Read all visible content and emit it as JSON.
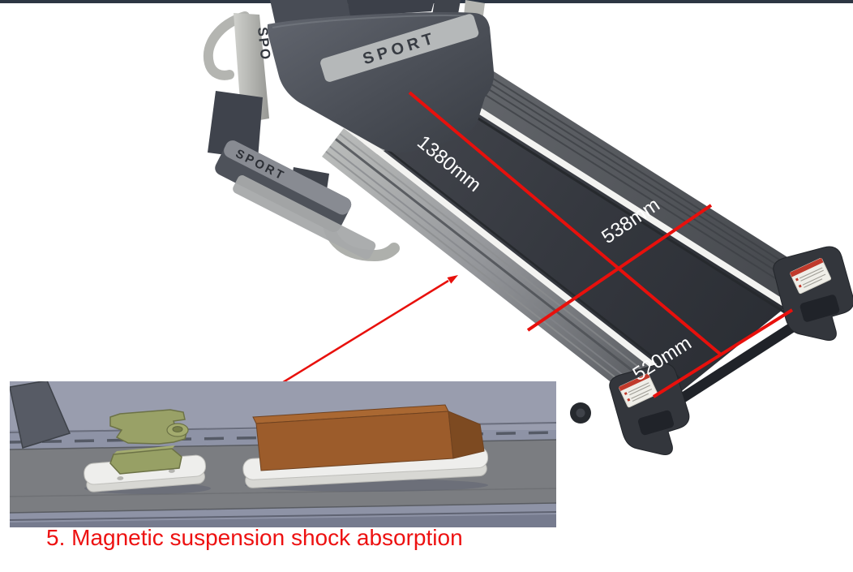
{
  "figure": {
    "background": "#ffffff",
    "top_border_color": "#2d3643"
  },
  "treadmill": {
    "hood_badge": "SPORT",
    "mast_badge": "SPO",
    "side_sill_badge": "SPORT"
  },
  "dimensions": {
    "belt_length": "1380mm",
    "belt_width_mid": "538mm",
    "belt_width_rear": "520mm",
    "line_color": "#e8100c",
    "label_color": "#ffffff"
  },
  "inset": {
    "caption": "5. Magnetic suspension shock absorption",
    "caption_color": "#ed1111",
    "background_color": "#8e93a6",
    "frame_rail_color": "#7b7d81",
    "magnet_bracket_color": "#99a167",
    "magnet_block_color": "#9c5c2b",
    "base_plate_color": "#eeeeec"
  }
}
